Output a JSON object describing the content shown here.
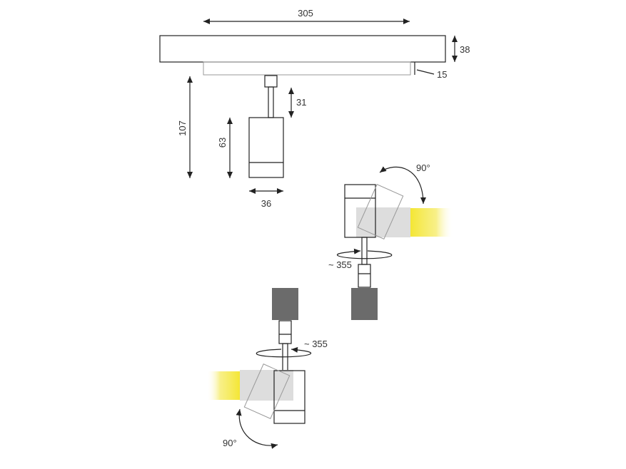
{
  "dimensions": {
    "rail_length": "305",
    "rail_height": "38",
    "mount_height": "15",
    "overall_height": "107",
    "stem_length": "31",
    "head_height": "63",
    "head_width": "36"
  },
  "rotation": {
    "tilt": "90°",
    "pan": "~ 355"
  },
  "colors": {
    "line": "#222222",
    "light_beam": "#f4e634",
    "ghost_fill": "#d9d9d9",
    "adapter_fill": "#6b6b6b"
  }
}
